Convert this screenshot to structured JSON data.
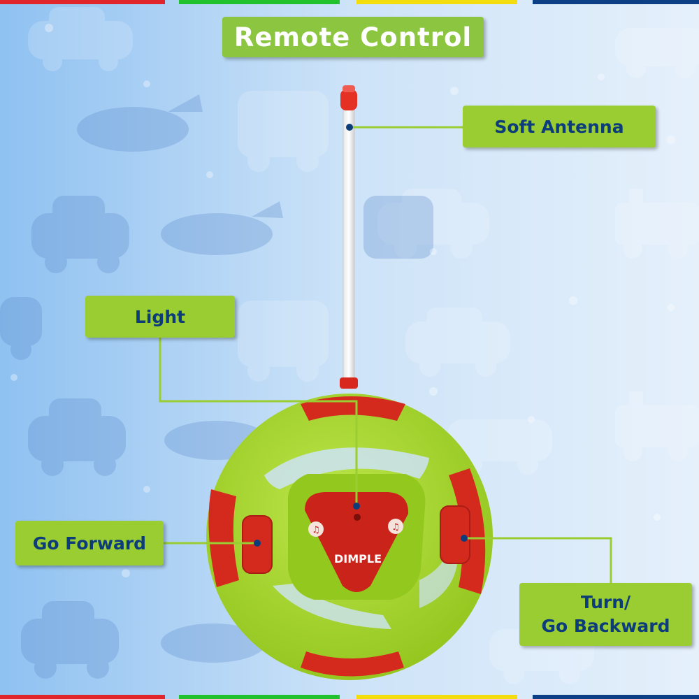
{
  "title": "Remote Control",
  "labels": {
    "antenna": "Soft Antenna",
    "light": "Light",
    "forward": "Go Forward",
    "backward_line1": "Turn/",
    "backward_line2": "Go Backward"
  },
  "brand": "DIMPLE",
  "colors": {
    "label_bg": "#9acd32",
    "label_text": "#0c3c7a",
    "wheel_green": "#a3d62a",
    "wheel_red": "#d42a1e",
    "stripes": [
      "#e0262b",
      "#22c22e",
      "#f4dd0f",
      "#0d3f86"
    ]
  }
}
